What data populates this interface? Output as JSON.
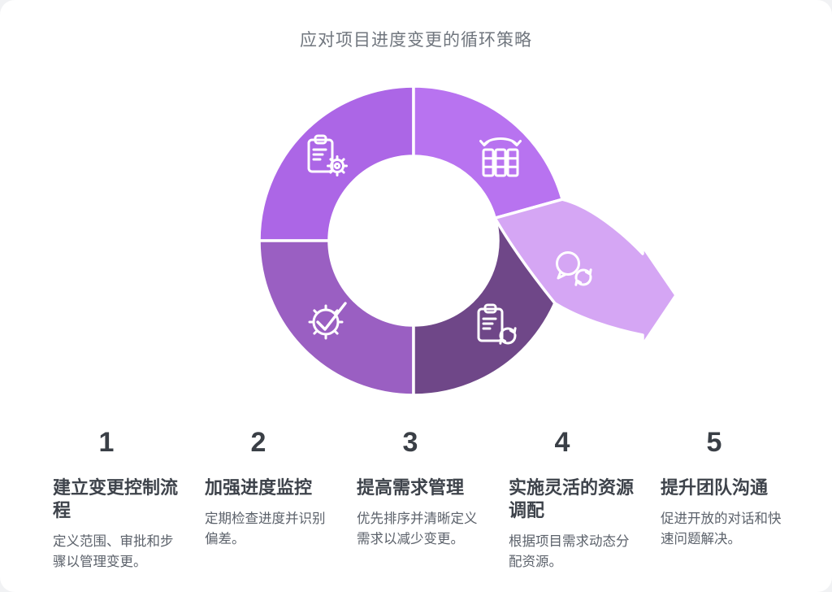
{
  "title": "应对项目进度变更的循环策略",
  "diagram": {
    "type": "cycle-with-exit-arrow",
    "segment_colors": {
      "top_left": "#ac66e6",
      "top_right": "#b873f0",
      "bottom_left": "#9a5fc2",
      "bottom_right": "#6f4788",
      "arrow": "#d5a6f4"
    },
    "icons": [
      "clipboard-gear-icon",
      "kanban-columns-sort-icon",
      "gear-check-icon",
      "clipboard-refresh-icon",
      "chat-refresh-icon"
    ]
  },
  "steps": [
    {
      "number": "1",
      "heading": "建立变更控制流程",
      "description": "定义范围、审批和步骤以管理变更。"
    },
    {
      "number": "2",
      "heading": "加强进度监控",
      "description": "定期检查进度并识别偏差。"
    },
    {
      "number": "3",
      "heading": "提高需求管理",
      "description": "优先排序并清晰定义需求以减少变更。"
    },
    {
      "number": "4",
      "heading": "实施灵活的资源调配",
      "description": "根据项目需求动态分配资源。"
    },
    {
      "number": "5",
      "heading": "提升团队沟通",
      "description": "促进开放的对话和快速问题解决。"
    }
  ]
}
